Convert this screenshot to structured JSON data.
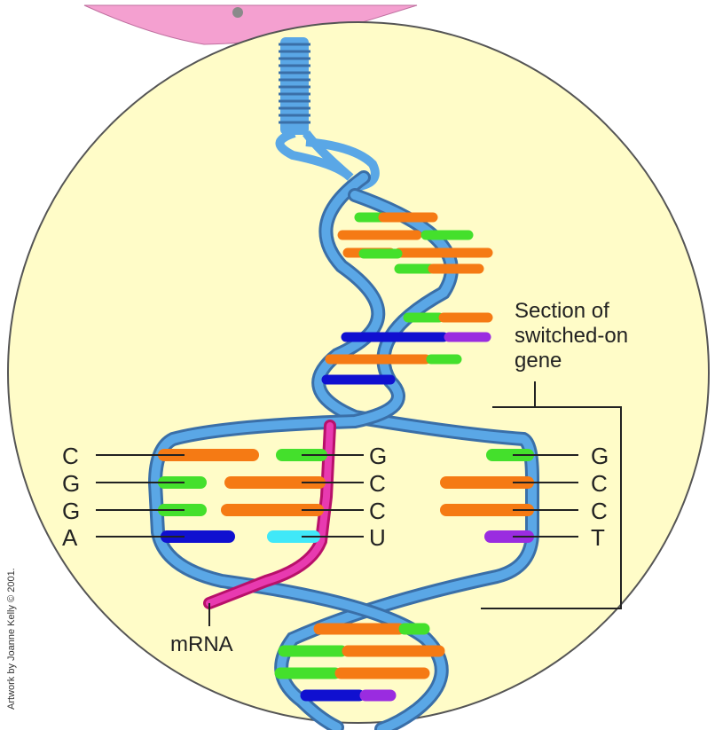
{
  "labels": {
    "left_bases": [
      "C",
      "G",
      "G",
      "A"
    ],
    "mrna_bases": [
      "G",
      "C",
      "C",
      "U"
    ],
    "right_bases": [
      "G",
      "C",
      "C",
      "T"
    ],
    "gene_section": [
      "Section of",
      "switched-on",
      "gene"
    ],
    "mrna": "mRNA",
    "credit": "Artwork by Joanne Kelly © 2001."
  },
  "colors": {
    "background_circle": "#fffcc8",
    "top_shape": "#f4a0d0",
    "dna_backbone": "#5aa7e6",
    "dna_backbone_dark": "#3a6fa8",
    "mrna_strand": "#e83ab0",
    "mrna_strand_dark": "#b8106a",
    "base_orange": "#f57a14",
    "base_green": "#44e02c",
    "base_blue": "#1010d0",
    "base_purple": "#9a2ce0",
    "base_cyan": "#40e8f8"
  }
}
